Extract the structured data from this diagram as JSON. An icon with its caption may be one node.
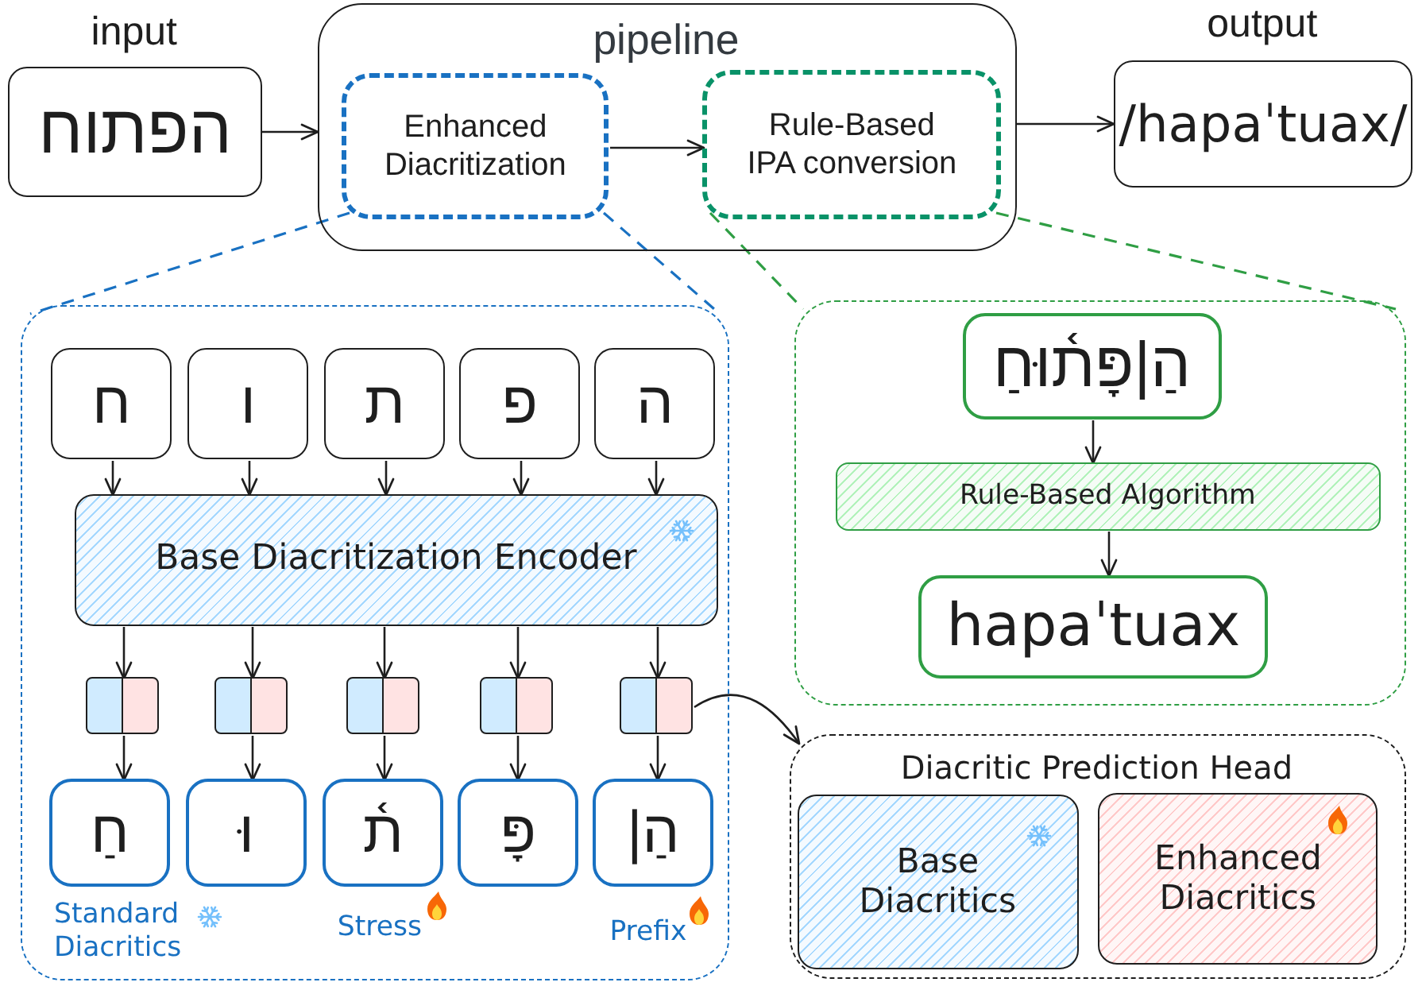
{
  "diagram": {
    "nodes": [
      {
        "text": [
          "input",
          "הפתוח"
        ]
      },
      {
        "text": [
          "pipeline"
        ]
      },
      {
        "text": [
          "Enhanced Diacritization"
        ],
        "in": 1
      },
      {
        "text": [
          "Rule-Based IPA conversion"
        ],
        "in": 1
      },
      {
        "text": [
          "output",
          "/hapaˈtuax/"
        ]
      },
      {
        "text": [],
        "shape": "box"
      },
      {
        "text": [
          "ח"
        ],
        "in": 5
      },
      {
        "text": [
          "ו"
        ],
        "in": 5
      },
      {
        "text": [
          "ת"
        ],
        "in": 5
      },
      {
        "text": [
          "פ"
        ],
        "in": 5
      },
      {
        "text": [
          "ה"
        ],
        "in": 5
      },
      {
        "text": [
          "Base Diacritization Encoder"
        ],
        "in": 5
      },
      {
        "text": [],
        "shape": "box",
        "in": 5
      },
      {
        "text": [],
        "shape": "box",
        "in": 5
      },
      {
        "text": [],
        "shape": "box",
        "in": 5
      },
      {
        "text": [],
        "shape": "box",
        "in": 5
      },
      {
        "text": [],
        "shape": "box",
        "in": 5
      },
      {
        "text": [
          "חַ"
        ],
        "in": 5,
        "beside": [
          "Standard Diacritics"
        ]
      },
      {
        "text": [
          "וּ"
        ],
        "in": 5
      },
      {
        "text": [
          "ת֫"
        ],
        "in": 5,
        "beside": [
          "Stress"
        ]
      },
      {
        "text": [
          "פָּ"
        ],
        "in": 5
      },
      {
        "text": [
          "הַ|"
        ],
        "in": 5,
        "beside": [
          "Prefix"
        ]
      },
      {
        "text": [],
        "shape": "box"
      },
      {
        "text": [
          "הַ|פָּת֫וּחַ"
        ],
        "in": 22
      },
      {
        "text": [
          "Rule-Based Algorithm"
        ],
        "in": 22
      },
      {
        "text": [
          "hapaˈtuax"
        ],
        "in": 22
      },
      {
        "text": [
          "Diacritic Prediction Head"
        ]
      },
      {
        "text": [
          "Base Diacritics"
        ],
        "in": 26
      },
      {
        "text": [
          "Enhanced Diacritics"
        ],
        "in": 26
      }
    ],
    "edges": [
      {
        "from": 0,
        "to": 1,
        "arrow": "to"
      },
      {
        "from": 2,
        "to": 3,
        "arrow": "to"
      },
      {
        "from": 1,
        "to": 4,
        "arrow": "to"
      },
      {
        "from": 2,
        "to": 5,
        "arrow": "none",
        "style": "dashed",
        "color": "#1971c2"
      },
      {
        "from": 2,
        "to": 5,
        "arrow": "none",
        "style": "dashed",
        "color": "#1971c2"
      },
      {
        "from": 3,
        "to": 22,
        "arrow": "none",
        "style": "dashed",
        "color": "#2f9e44"
      },
      {
        "from": 3,
        "to": 22,
        "arrow": "none",
        "style": "dashed",
        "color": "#2f9e44"
      },
      {
        "from": 6,
        "to": 11,
        "arrow": "to"
      },
      {
        "from": 7,
        "to": 11,
        "arrow": "to"
      },
      {
        "from": 8,
        "to": 11,
        "arrow": "to"
      },
      {
        "from": 9,
        "to": 11,
        "arrow": "to"
      },
      {
        "from": 10,
        "to": 11,
        "arrow": "to"
      },
      {
        "from": 11,
        "to": 12,
        "arrow": "to"
      },
      {
        "from": 11,
        "to": 13,
        "arrow": "to"
      },
      {
        "from": 11,
        "to": 14,
        "arrow": "to"
      },
      {
        "from": 11,
        "to": 15,
        "arrow": "to"
      },
      {
        "from": 11,
        "to": 16,
        "arrow": "to"
      },
      {
        "from": 12,
        "to": 17,
        "arrow": "to"
      },
      {
        "from": 13,
        "to": 18,
        "arrow": "to"
      },
      {
        "from": 14,
        "to": 19,
        "arrow": "to"
      },
      {
        "from": 15,
        "to": 20,
        "arrow": "to"
      },
      {
        "from": 16,
        "to": 21,
        "arrow": "to"
      },
      {
        "from": 23,
        "to": 24,
        "arrow": "to"
      },
      {
        "from": 24,
        "to": 25,
        "arrow": "to"
      },
      {
        "from": 16,
        "to": 26,
        "arrow": "to"
      }
    ]
  }
}
